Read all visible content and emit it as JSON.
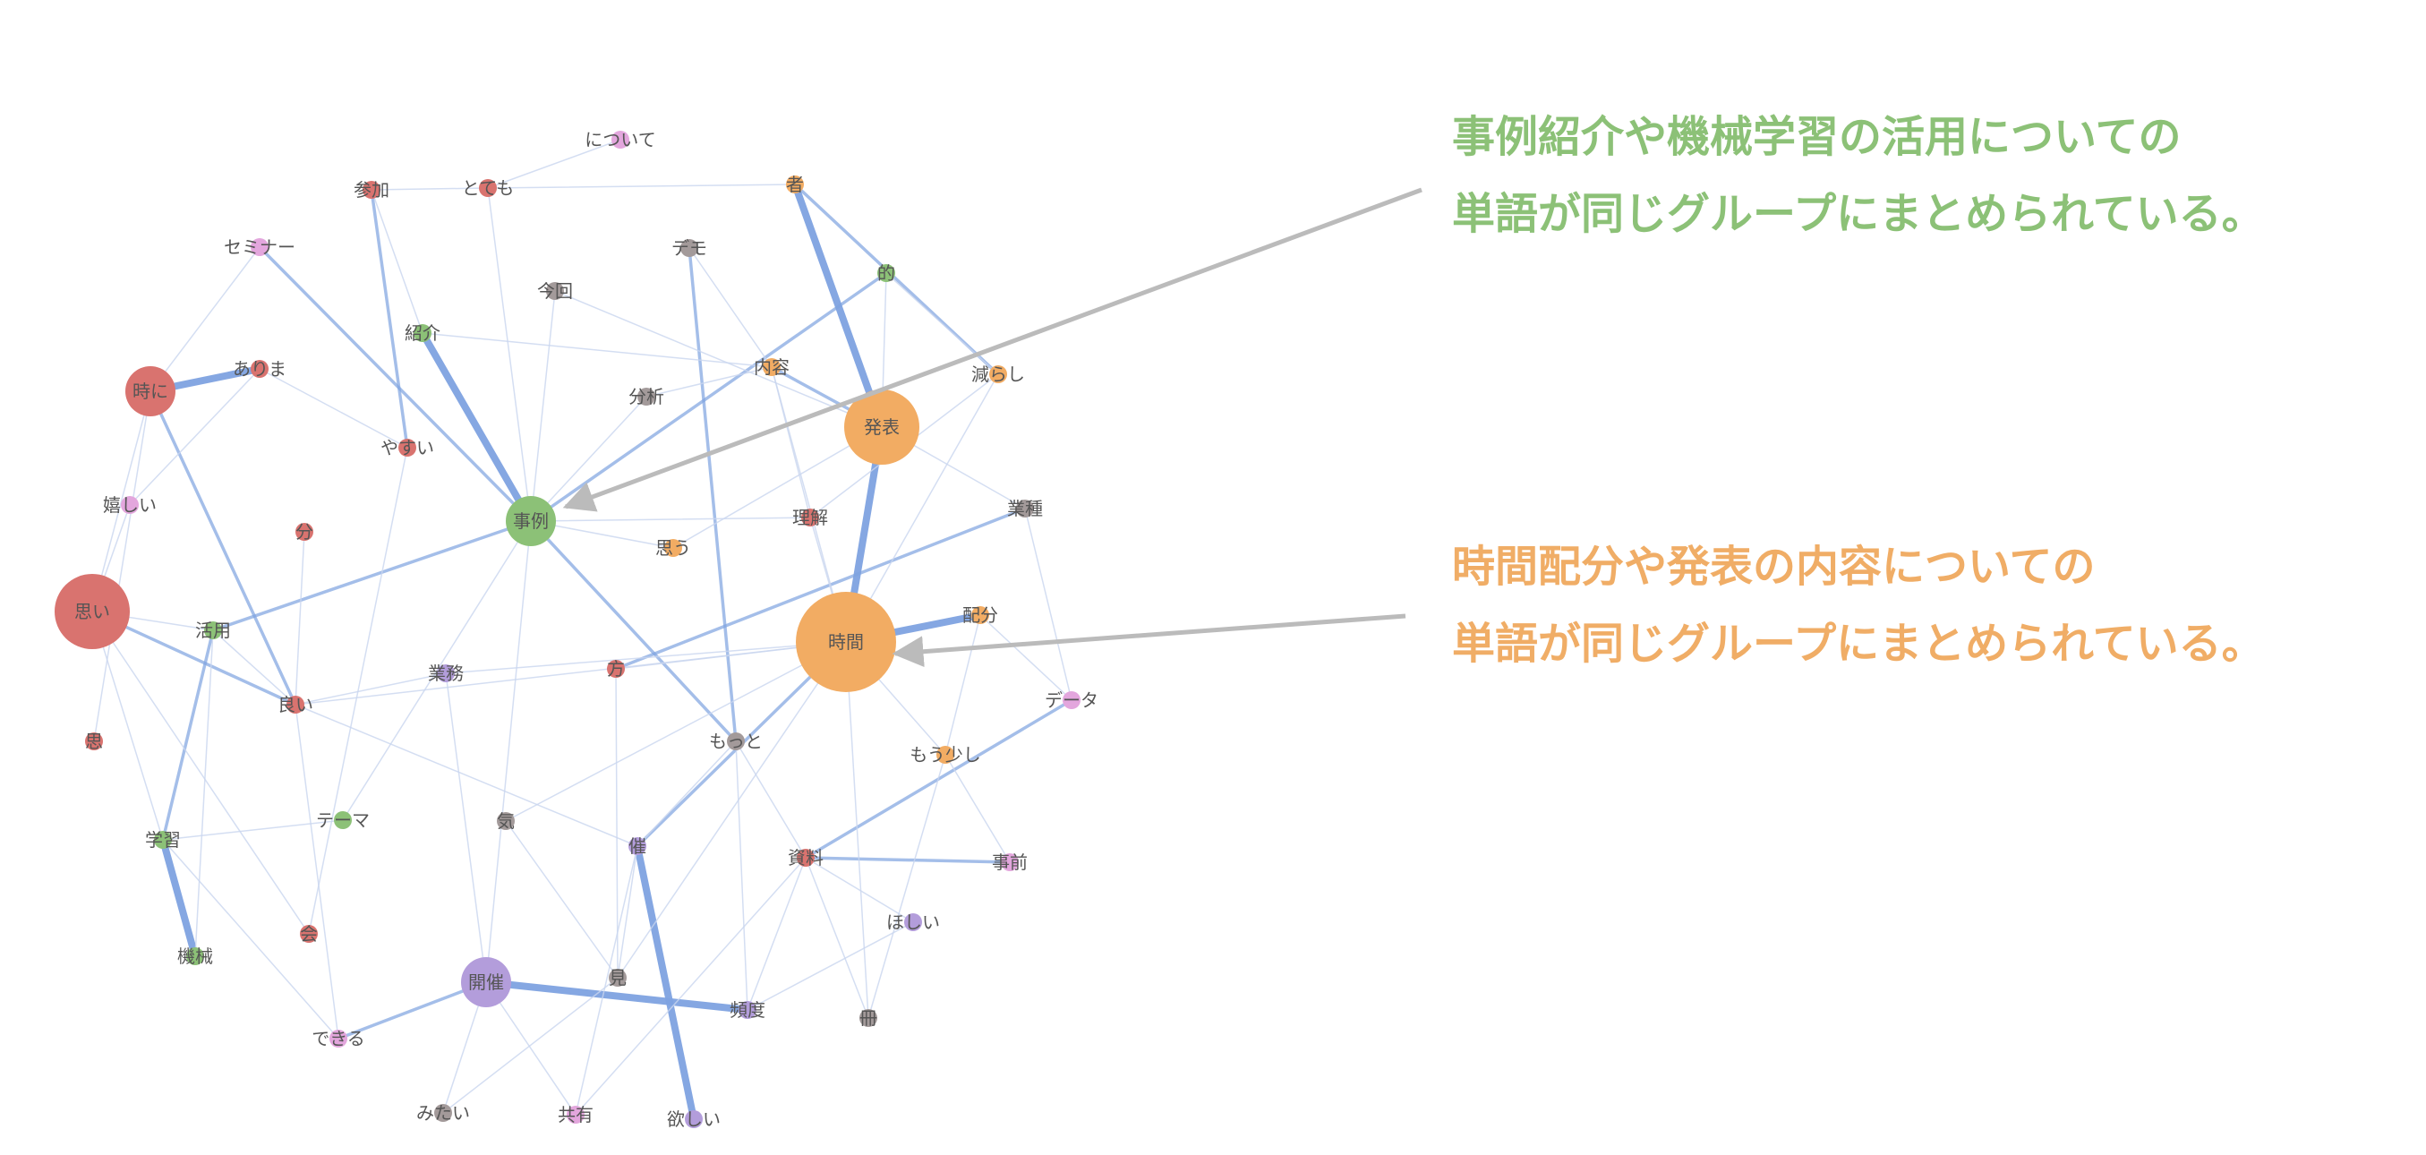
{
  "annotations": {
    "green": {
      "line1": "事例紹介や機械学習の活用についての",
      "line2": "単語が同じグループにまとめられている。",
      "color": "#8cc177"
    },
    "orange": {
      "line1": "時間配分や発表の内容についての",
      "line2": "単語が同じグループにまとめられている。",
      "color": "#f0ad66"
    }
  },
  "colors": {
    "red": "#d9736f",
    "green": "#8cc177",
    "orange": "#f2ac63",
    "pink": "#e3a6dd",
    "gray": "#a39a9a",
    "purple": "#b39ddb",
    "edge_strong": "#7ea2e0",
    "edge_weak": "#c9d6ef",
    "arrow": "#bbbbbb"
  },
  "nodes": [
    {
      "id": "nitsuite",
      "label": "について",
      "group": "pink",
      "size": "s"
    },
    {
      "id": "sanka",
      "label": "参加",
      "group": "red",
      "size": "s"
    },
    {
      "id": "totemo",
      "label": "とても",
      "group": "red",
      "size": "s"
    },
    {
      "id": "sha",
      "label": "者",
      "group": "orange",
      "size": "s"
    },
    {
      "id": "seminar",
      "label": "セミナー",
      "group": "pink",
      "size": "s"
    },
    {
      "id": "demo",
      "label": "デモ",
      "group": "gray",
      "size": "s"
    },
    {
      "id": "teki",
      "label": "的",
      "group": "green",
      "size": "s"
    },
    {
      "id": "konkai",
      "label": "今回",
      "group": "gray",
      "size": "s"
    },
    {
      "id": "shokai",
      "label": "紹介",
      "group": "green",
      "size": "s"
    },
    {
      "id": "arima",
      "label": "ありま",
      "group": "red",
      "size": "s"
    },
    {
      "id": "tokini",
      "label": "時に",
      "group": "red",
      "size": "m"
    },
    {
      "id": "naiyou",
      "label": "内容",
      "group": "orange",
      "size": "s"
    },
    {
      "id": "herashi",
      "label": "減らし",
      "group": "orange",
      "size": "s"
    },
    {
      "id": "bunseki",
      "label": "分析",
      "group": "gray",
      "size": "s"
    },
    {
      "id": "happyou",
      "label": "発表",
      "group": "orange",
      "size": "l"
    },
    {
      "id": "yasui",
      "label": "やすい",
      "group": "red",
      "size": "s"
    },
    {
      "id": "ureshii",
      "label": "嬉しい",
      "group": "pink",
      "size": "s"
    },
    {
      "id": "jirei",
      "label": "事例",
      "group": "green",
      "size": "m"
    },
    {
      "id": "rikai",
      "label": "理解",
      "group": "red",
      "size": "s"
    },
    {
      "id": "gyoushu",
      "label": "業種",
      "group": "gray",
      "size": "s"
    },
    {
      "id": "fun",
      "label": "分",
      "group": "red",
      "size": "s"
    },
    {
      "id": "omou",
      "label": "思う",
      "group": "orange",
      "size": "s"
    },
    {
      "id": "omoi",
      "label": "思い",
      "group": "red",
      "size": "l"
    },
    {
      "id": "katsuyou",
      "label": "活用",
      "group": "green",
      "size": "s"
    },
    {
      "id": "jikan",
      "label": "時間",
      "group": "orange",
      "size": "xl"
    },
    {
      "id": "haibun",
      "label": "配分",
      "group": "orange",
      "size": "s"
    },
    {
      "id": "gyoumu",
      "label": "業務",
      "group": "purple",
      "size": "s"
    },
    {
      "id": "kata",
      "label": "方",
      "group": "red",
      "size": "s"
    },
    {
      "id": "yoi",
      "label": "良い",
      "group": "red",
      "size": "s"
    },
    {
      "id": "data",
      "label": "データ",
      "group": "pink",
      "size": "s"
    },
    {
      "id": "kan",
      "label": "思",
      "group": "red",
      "size": "s"
    },
    {
      "id": "motto",
      "label": "もっと",
      "group": "gray",
      "size": "s"
    },
    {
      "id": "mousukoshi",
      "label": "もう少し",
      "group": "orange",
      "size": "s"
    },
    {
      "id": "theme",
      "label": "テーマ",
      "group": "green",
      "size": "s"
    },
    {
      "id": "ki",
      "label": "気",
      "group": "gray",
      "size": "s"
    },
    {
      "id": "gakushu",
      "label": "学習",
      "group": "green",
      "size": "s"
    },
    {
      "id": "kaisai_a",
      "label": "催",
      "group": "purple",
      "size": "s"
    },
    {
      "id": "shiryou",
      "label": "資料",
      "group": "red",
      "size": "s"
    },
    {
      "id": "jizen",
      "label": "事前",
      "group": "pink",
      "size": "s"
    },
    {
      "id": "hoshii",
      "label": "ほしい",
      "group": "purple",
      "size": "s"
    },
    {
      "id": "kai",
      "label": "会",
      "group": "red",
      "size": "s"
    },
    {
      "id": "kikai",
      "label": "機械",
      "group": "green",
      "size": "s"
    },
    {
      "id": "kaisai",
      "label": "開催",
      "group": "purple",
      "size": "m"
    },
    {
      "id": "mi",
      "label": "見",
      "group": "gray",
      "size": "s"
    },
    {
      "id": "hindo",
      "label": "頻度",
      "group": "purple",
      "size": "s"
    },
    {
      "id": "sasshi",
      "label": "冊",
      "group": "gray",
      "size": "s"
    },
    {
      "id": "dekiru",
      "label": "できる",
      "group": "pink",
      "size": "s"
    },
    {
      "id": "mitai",
      "label": "みたい",
      "group": "gray",
      "size": "s"
    },
    {
      "id": "kyouyuu",
      "label": "共有",
      "group": "pink",
      "size": "s"
    },
    {
      "id": "hoshii2",
      "label": "欲しい",
      "group": "purple",
      "size": "s"
    }
  ],
  "edges": [
    [
      "sha",
      "happyou",
      "strong"
    ],
    [
      "happyou",
      "jikan",
      "strong"
    ],
    [
      "jikan",
      "haibun",
      "strong"
    ],
    [
      "jirei",
      "shokai",
      "strong"
    ],
    [
      "jirei",
      "katsuyou",
      "medium"
    ],
    [
      "katsuyou",
      "gakushu",
      "medium"
    ],
    [
      "gakushu",
      "kikai",
      "strong"
    ],
    [
      "tokini",
      "arima",
      "strong"
    ],
    [
      "kaisai",
      "hindo",
      "strong"
    ],
    [
      "kaisai_a",
      "hoshii2",
      "strong"
    ],
    [
      "jirei",
      "teki",
      "medium"
    ],
    [
      "sha",
      "herashi",
      "medium"
    ],
    [
      "seminar",
      "jirei",
      "medium"
    ],
    [
      "sanka",
      "yasui",
      "medium"
    ],
    [
      "tokini",
      "yoi",
      "medium"
    ],
    [
      "naiyou",
      "happyou",
      "medium"
    ],
    [
      "demo",
      "motto",
      "medium"
    ],
    [
      "jikan",
      "kaisai_a",
      "medium"
    ],
    [
      "motto",
      "jirei",
      "medium"
    ],
    [
      "shiryou",
      "jizen",
      "medium"
    ],
    [
      "shiryou",
      "data",
      "medium"
    ],
    [
      "gyoushu",
      "kata",
      "medium"
    ],
    [
      "omoi",
      "yoi",
      "medium"
    ],
    [
      "kaisai",
      "dekiru",
      "medium"
    ],
    [
      "happyou",
      "teki",
      "weak"
    ],
    [
      "nitsuite",
      "totemo",
      "weak"
    ],
    [
      "sanka",
      "totemo",
      "weak"
    ],
    [
      "totemo",
      "sha",
      "weak"
    ],
    [
      "totemo",
      "jirei",
      "weak"
    ],
    [
      "konkai",
      "jirei",
      "weak"
    ],
    [
      "konkai",
      "happyou",
      "weak"
    ],
    [
      "bunseki",
      "jirei",
      "weak"
    ],
    [
      "bunseki",
      "naiyou",
      "weak"
    ],
    [
      "naiyou",
      "rikai",
      "weak"
    ],
    [
      "naiyou",
      "jikan",
      "weak"
    ],
    [
      "jirei",
      "rikai",
      "weak"
    ],
    [
      "jirei",
      "omou",
      "weak"
    ],
    [
      "jirei",
      "kaisai",
      "weak"
    ],
    [
      "omoi",
      "tokini",
      "weak"
    ],
    [
      "omoi",
      "ureshii",
      "weak"
    ],
    [
      "omoi",
      "katsuyou",
      "weak"
    ],
    [
      "omoi",
      "kai",
      "weak"
    ],
    [
      "tokini",
      "kan",
      "weak"
    ],
    [
      "ureshii",
      "arima",
      "weak"
    ],
    [
      "katsuyou",
      "yoi",
      "weak"
    ],
    [
      "yoi",
      "kaisai_a",
      "weak"
    ],
    [
      "yoi",
      "jikan",
      "weak"
    ],
    [
      "gyoumu",
      "jikan",
      "weak"
    ],
    [
      "gyoumu",
      "kaisai",
      "weak"
    ],
    [
      "theme",
      "gakushu",
      "weak"
    ],
    [
      "theme",
      "jirei",
      "weak"
    ],
    [
      "kai",
      "yasui",
      "weak"
    ],
    [
      "dekiru",
      "yoi",
      "weak"
    ],
    [
      "ki",
      "mi",
      "weak"
    ],
    [
      "ki",
      "jikan",
      "weak"
    ],
    [
      "mi",
      "kata",
      "weak"
    ],
    [
      "mi",
      "jikan",
      "weak"
    ],
    [
      "motto",
      "kaisai_a",
      "weak"
    ],
    [
      "motto",
      "hindo",
      "weak"
    ],
    [
      "motto",
      "shiryou",
      "weak"
    ],
    [
      "mousukoshi",
      "jikan",
      "weak"
    ],
    [
      "mousukoshi",
      "sasshi",
      "weak"
    ],
    [
      "mousukoshi",
      "haibun",
      "weak"
    ],
    [
      "data",
      "haibun",
      "weak"
    ],
    [
      "gyoushu",
      "data",
      "weak"
    ],
    [
      "gyoushu",
      "happyou",
      "weak"
    ],
    [
      "herashi",
      "jikan",
      "weak"
    ],
    [
      "herashi",
      "rikai",
      "weak"
    ],
    [
      "teki",
      "herashi",
      "weak"
    ],
    [
      "shiryou",
      "hoshii",
      "weak"
    ],
    [
      "hindo",
      "hoshii",
      "weak"
    ],
    [
      "hindo",
      "shiryou",
      "weak"
    ],
    [
      "kyouyuu",
      "shiryou",
      "weak"
    ],
    [
      "kyouyuu",
      "kaisai",
      "weak"
    ],
    [
      "kyouyuu",
      "kaisai_a",
      "weak"
    ],
    [
      "mitai",
      "kaisai",
      "weak"
    ],
    [
      "mitai",
      "mi",
      "weak"
    ],
    [
      "sasshi",
      "shiryou",
      "weak"
    ],
    [
      "sasshi",
      "jikan",
      "weak"
    ],
    [
      "jizen",
      "mousukoshi",
      "weak"
    ],
    [
      "shokai",
      "sanka",
      "weak"
    ],
    [
      "shokai",
      "naiyou",
      "weak"
    ],
    [
      "seminar",
      "tokini",
      "weak"
    ],
    [
      "gakushu",
      "omoi",
      "weak"
    ],
    [
      "kikai",
      "katsuyou",
      "weak"
    ],
    [
      "fun",
      "yoi",
      "weak"
    ],
    [
      "kata",
      "jikan",
      "weak"
    ],
    [
      "omou",
      "happyou",
      "weak"
    ],
    [
      "arima",
      "yasui",
      "weak"
    ],
    [
      "demo",
      "naiyou",
      "weak"
    ],
    [
      "rikai",
      "jikan",
      "weak"
    ],
    [
      "kaisai_a",
      "mi",
      "weak"
    ],
    [
      "gyoumu",
      "yoi",
      "weak"
    ],
    [
      "dekiru",
      "gakushu",
      "weak"
    ]
  ]
}
